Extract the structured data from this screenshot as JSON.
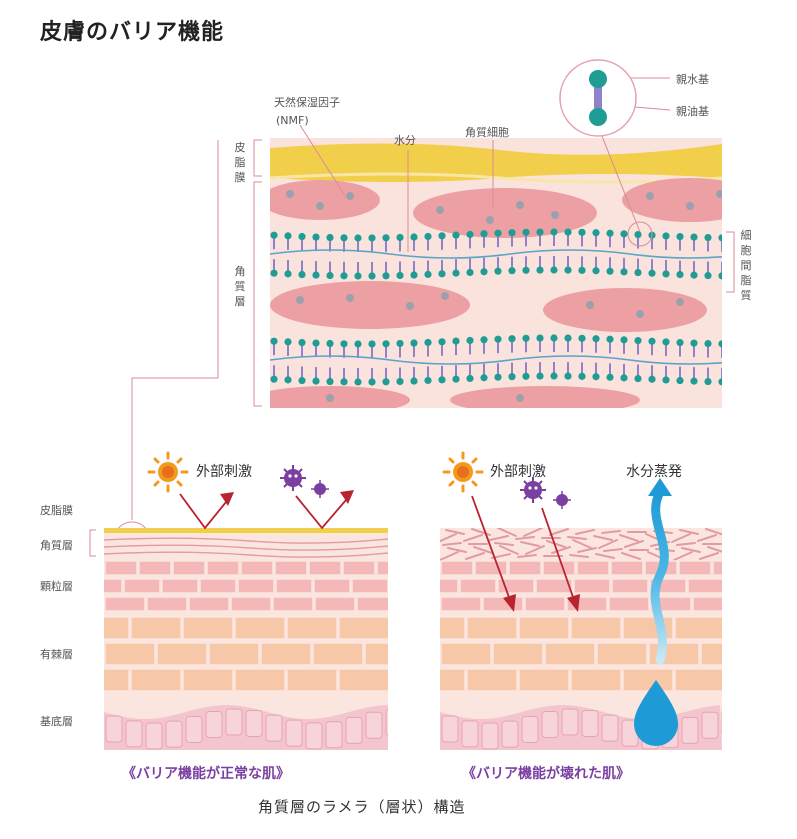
{
  "title": "皮膚のバリア機能",
  "detail": {
    "labels": {
      "nmf_line1": "天然保湿因子",
      "nmf_line2": "(NMF)",
      "water": "水分",
      "corneocyte": "角質細胞",
      "hydrophilic": "親水基",
      "lipophilic": "親油基",
      "intercellular_lipid": "細胞間脂質",
      "sebum_film": "皮脂膜",
      "stratum_corneum": "角質層"
    }
  },
  "layers": {
    "sebum_film": "皮脂膜",
    "stratum_corneum": "角質層",
    "granular": "顆粒層",
    "spinous": "有棘層",
    "basal": "基底層"
  },
  "panels": {
    "normal": {
      "external_stimulus": "外部刺激",
      "caption": "《バリア機能が正常な肌》"
    },
    "damaged": {
      "external_stimulus": "外部刺激",
      "evaporation": "水分蒸発",
      "caption": "《バリア機能が壊れた肌》"
    }
  },
  "footer": "角質層のラメラ（層状）構造",
  "colors": {
    "sebum": "#f2cf4a",
    "corneocyte": "#eca0a3",
    "lipid_head": "#1f9d95",
    "lipid_tail": "#8f82c8",
    "skin_light": "#fbe3dd",
    "spinous": "#f7c8a7",
    "basal": "#f3c6cf",
    "arrow_red": "#b8232f",
    "water_blue": "#2aa8e0",
    "sun": "#f39a1e",
    "germ": "#7a3fa0"
  },
  "icons": [
    "sun-icon",
    "germ-icon",
    "water-drop-icon",
    "deflect-arrow-icon",
    "penetrate-arrow-icon"
  ]
}
